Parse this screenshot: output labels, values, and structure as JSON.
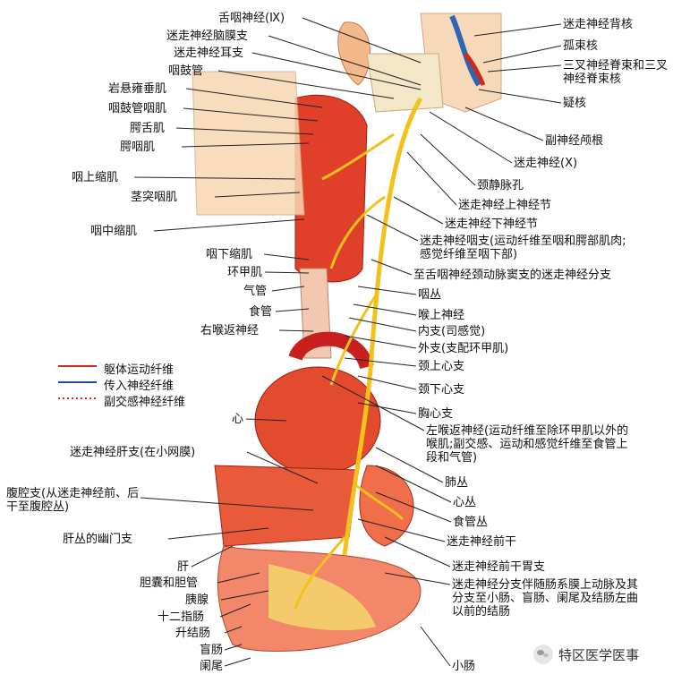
{
  "labels_left": {
    "glossopharyngeal": "舌咽神经(Ⅸ)",
    "meningeal": "迷走神经脑膜支",
    "auricular": "迷走神经耳支",
    "pharyngotympanic_tube": "咽鼓管",
    "levator_veli": "岩悬雍垂肌",
    "salpingopharyngeus": "咽鼓管咽肌",
    "palatoglossus": "腭舌肌",
    "palatopharyngeus": "腭咽肌",
    "sup_constrictor": "咽上缩肌",
    "stylopharyngeus": "茎突咽肌",
    "mid_constrictor": "咽中缩肌",
    "inf_constrictor": "咽下缩肌",
    "cricothyroid": "环甲肌",
    "trachea": "气管",
    "esophagus": "食管",
    "right_recurrent": "右喉返神经",
    "heart": "心",
    "hepatic_branch": "迷走神经肝支(在小网膜)",
    "celiac_branch": "腹腔支(从迷走神经前、后干至腹腔丛)",
    "pyloric_branch": "肝丛的幽门支",
    "liver": "肝",
    "gallbladder": "胆囊和胆管",
    "pancreas": "胰腺",
    "duodenum": "十二指肠",
    "ascending_colon": "升结肠",
    "cecum": "盲肠",
    "appendix": "阑尾"
  },
  "labels_right": {
    "dorsal_nucleus": "迷走神经背核",
    "solitary_nucleus": "孤束核",
    "trigeminal_spinal": "三叉神经脊束和三叉神经脊束核",
    "ambiguus": "疑核",
    "accessory_cranial": "副神经颅根",
    "vagus": "迷走神经(Ⅹ)",
    "jugular_foramen": "颈静脉孔",
    "superior_ganglion": "迷走神经上神经节",
    "inferior_ganglion": "迷走神经下神经节",
    "pharyngeal_branch": "迷走神经咽支(运动纤维至咽和腭部肌肉;感觉纤维至咽下部)",
    "carotid_sinus_branch": "至舌咽神经颈动脉窦支的迷走神经分支",
    "pharyngeal_plexus": "咽丛",
    "sup_laryngeal": "喉上神经",
    "internal_branch": "内支(司感觉)",
    "external_branch": "外支(支配环甲肌)",
    "sup_cervical_cardiac": "颈上心支",
    "inf_cervical_cardiac": "颈下心支",
    "thoracic_cardiac": "胸心支",
    "left_recurrent": "左喉返神经(运动纤维至除环甲肌以外的喉肌;副交感、运动和感觉纤维至食管上段和气管)",
    "pulmonary_plexus": "肺丛",
    "cardiac_plexus": "心丛",
    "esophageal_plexus": "食管丛",
    "anterior_trunk": "迷走神经前干",
    "gastric_branches": "迷走神经前干胃支",
    "mesenteric_branches": "迷走神经分支伴随肠系膜上动脉及其分支至小肠、盲肠、阑尾及结肠左曲以前的结肠",
    "small_intestine": "小肠"
  },
  "legend": [
    {
      "text": "躯体运动纤维",
      "color": "#d0281c",
      "style": "solid"
    },
    {
      "text": "传入神经纤维",
      "color": "#1f4f9a",
      "style": "solid"
    },
    {
      "text": "副交感神经纤维",
      "color": "#d0281c",
      "style": "dotted"
    }
  ],
  "watermark": "特区医学医事",
  "colors": {
    "nerve": "#f2c21a",
    "muscle": "#e0402a",
    "organ": "#f07a52",
    "leader": "#222222"
  }
}
